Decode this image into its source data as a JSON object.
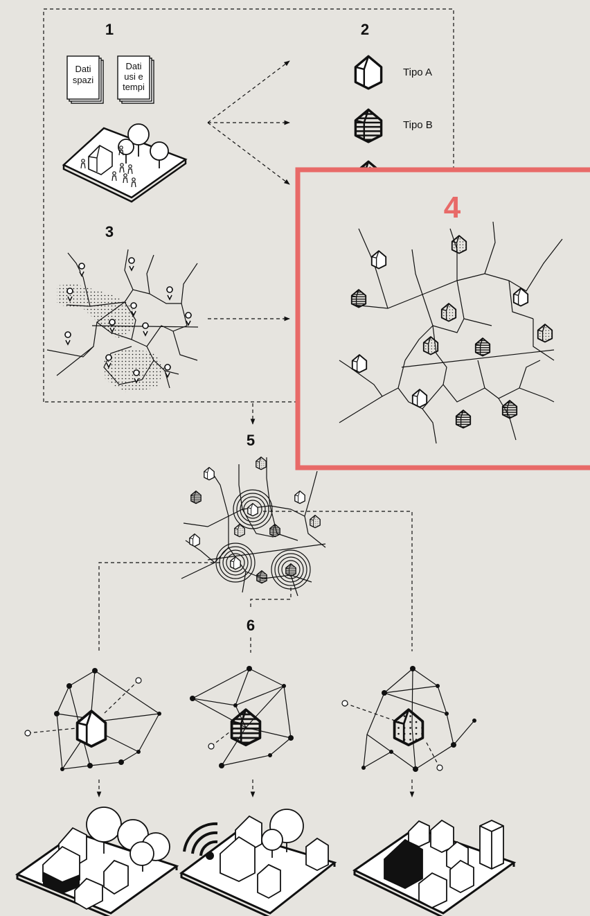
{
  "steps": {
    "s1": "1",
    "s2": "2",
    "s3": "3",
    "s4": "4",
    "s5": "5",
    "s6": "6"
  },
  "documents": {
    "doc1": [
      "Dati",
      "spazi"
    ],
    "doc2": [
      "Dati",
      "usi e",
      "tempi"
    ]
  },
  "types": {
    "a": "Tipo A",
    "b": "Tipo B"
  },
  "colors": {
    "background": "#e6e4df",
    "highlight": "#e86a68",
    "ink": "#111111"
  },
  "icons": [
    "house-icon",
    "document-icon",
    "location-pin-icon",
    "tree-icon",
    "person-icon",
    "wifi-signal-icon",
    "tower-icon"
  ]
}
